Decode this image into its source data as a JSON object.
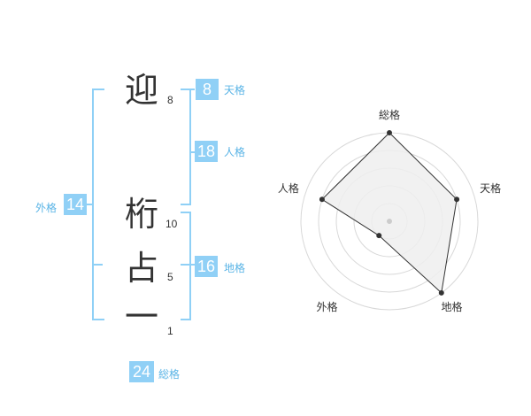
{
  "name_chars": [
    {
      "char": "迎",
      "strokes": "8"
    },
    {
      "char": "桁",
      "strokes": "10"
    },
    {
      "char": "占",
      "strokes": "5"
    },
    {
      "char": "一",
      "strokes": "1"
    }
  ],
  "fortunes": {
    "tenkaku": {
      "value": "8",
      "label": "天格"
    },
    "jinkaku": {
      "value": "18",
      "label": "人格"
    },
    "chikaku": {
      "value": "16",
      "label": "地格"
    },
    "gaikaku": {
      "value": "14",
      "label": "外格"
    },
    "soukaku": {
      "value": "24",
      "label": "総格"
    }
  },
  "colors": {
    "accent": "#90d0f6",
    "accent_text": "#5ab4e6",
    "text": "#333333"
  },
  "chart_data": {
    "type": "radar",
    "axes": [
      "総格",
      "天格",
      "地格",
      "外格",
      "人格"
    ],
    "values": [
      5,
      4,
      5,
      1,
      4
    ],
    "range": [
      0,
      5
    ],
    "rings": 5,
    "grid": true,
    "series": [
      {
        "values": [
          5,
          4,
          5,
          1,
          4
        ],
        "fill": "#eeeeee",
        "stroke": "#333333"
      }
    ]
  }
}
